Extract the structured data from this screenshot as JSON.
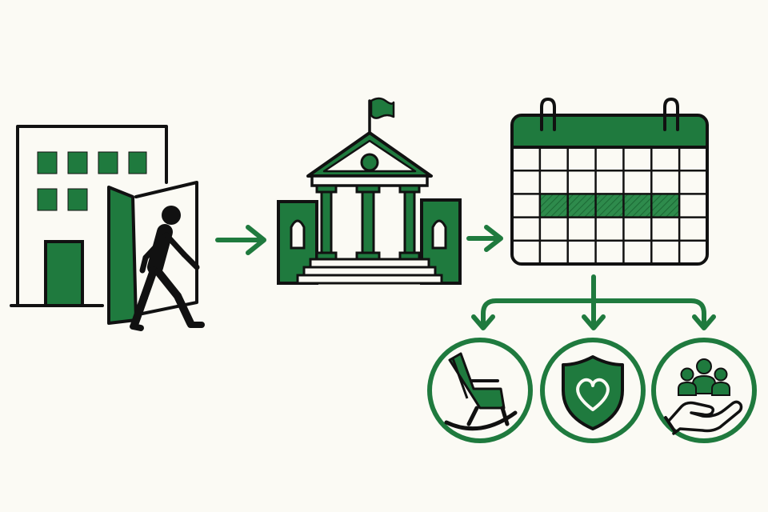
{
  "colors": {
    "background": "#fbfaf4",
    "green": "#1f7a3e",
    "ink": "#111111"
  },
  "icons": {
    "step1": "office-building-with-person-leaving-icon",
    "step2": "government-building-icon",
    "step3": "calendar-with-highlighted-week-icon",
    "outcome1": "rocking-chair-icon",
    "outcome2": "shield-heart-icon",
    "outcome3": "hand-supporting-people-icon"
  },
  "calendar": {
    "columns": 7,
    "rows": 5,
    "highlighted_row": 3,
    "highlighted_columns": [
      2,
      3,
      4,
      5,
      6
    ]
  }
}
